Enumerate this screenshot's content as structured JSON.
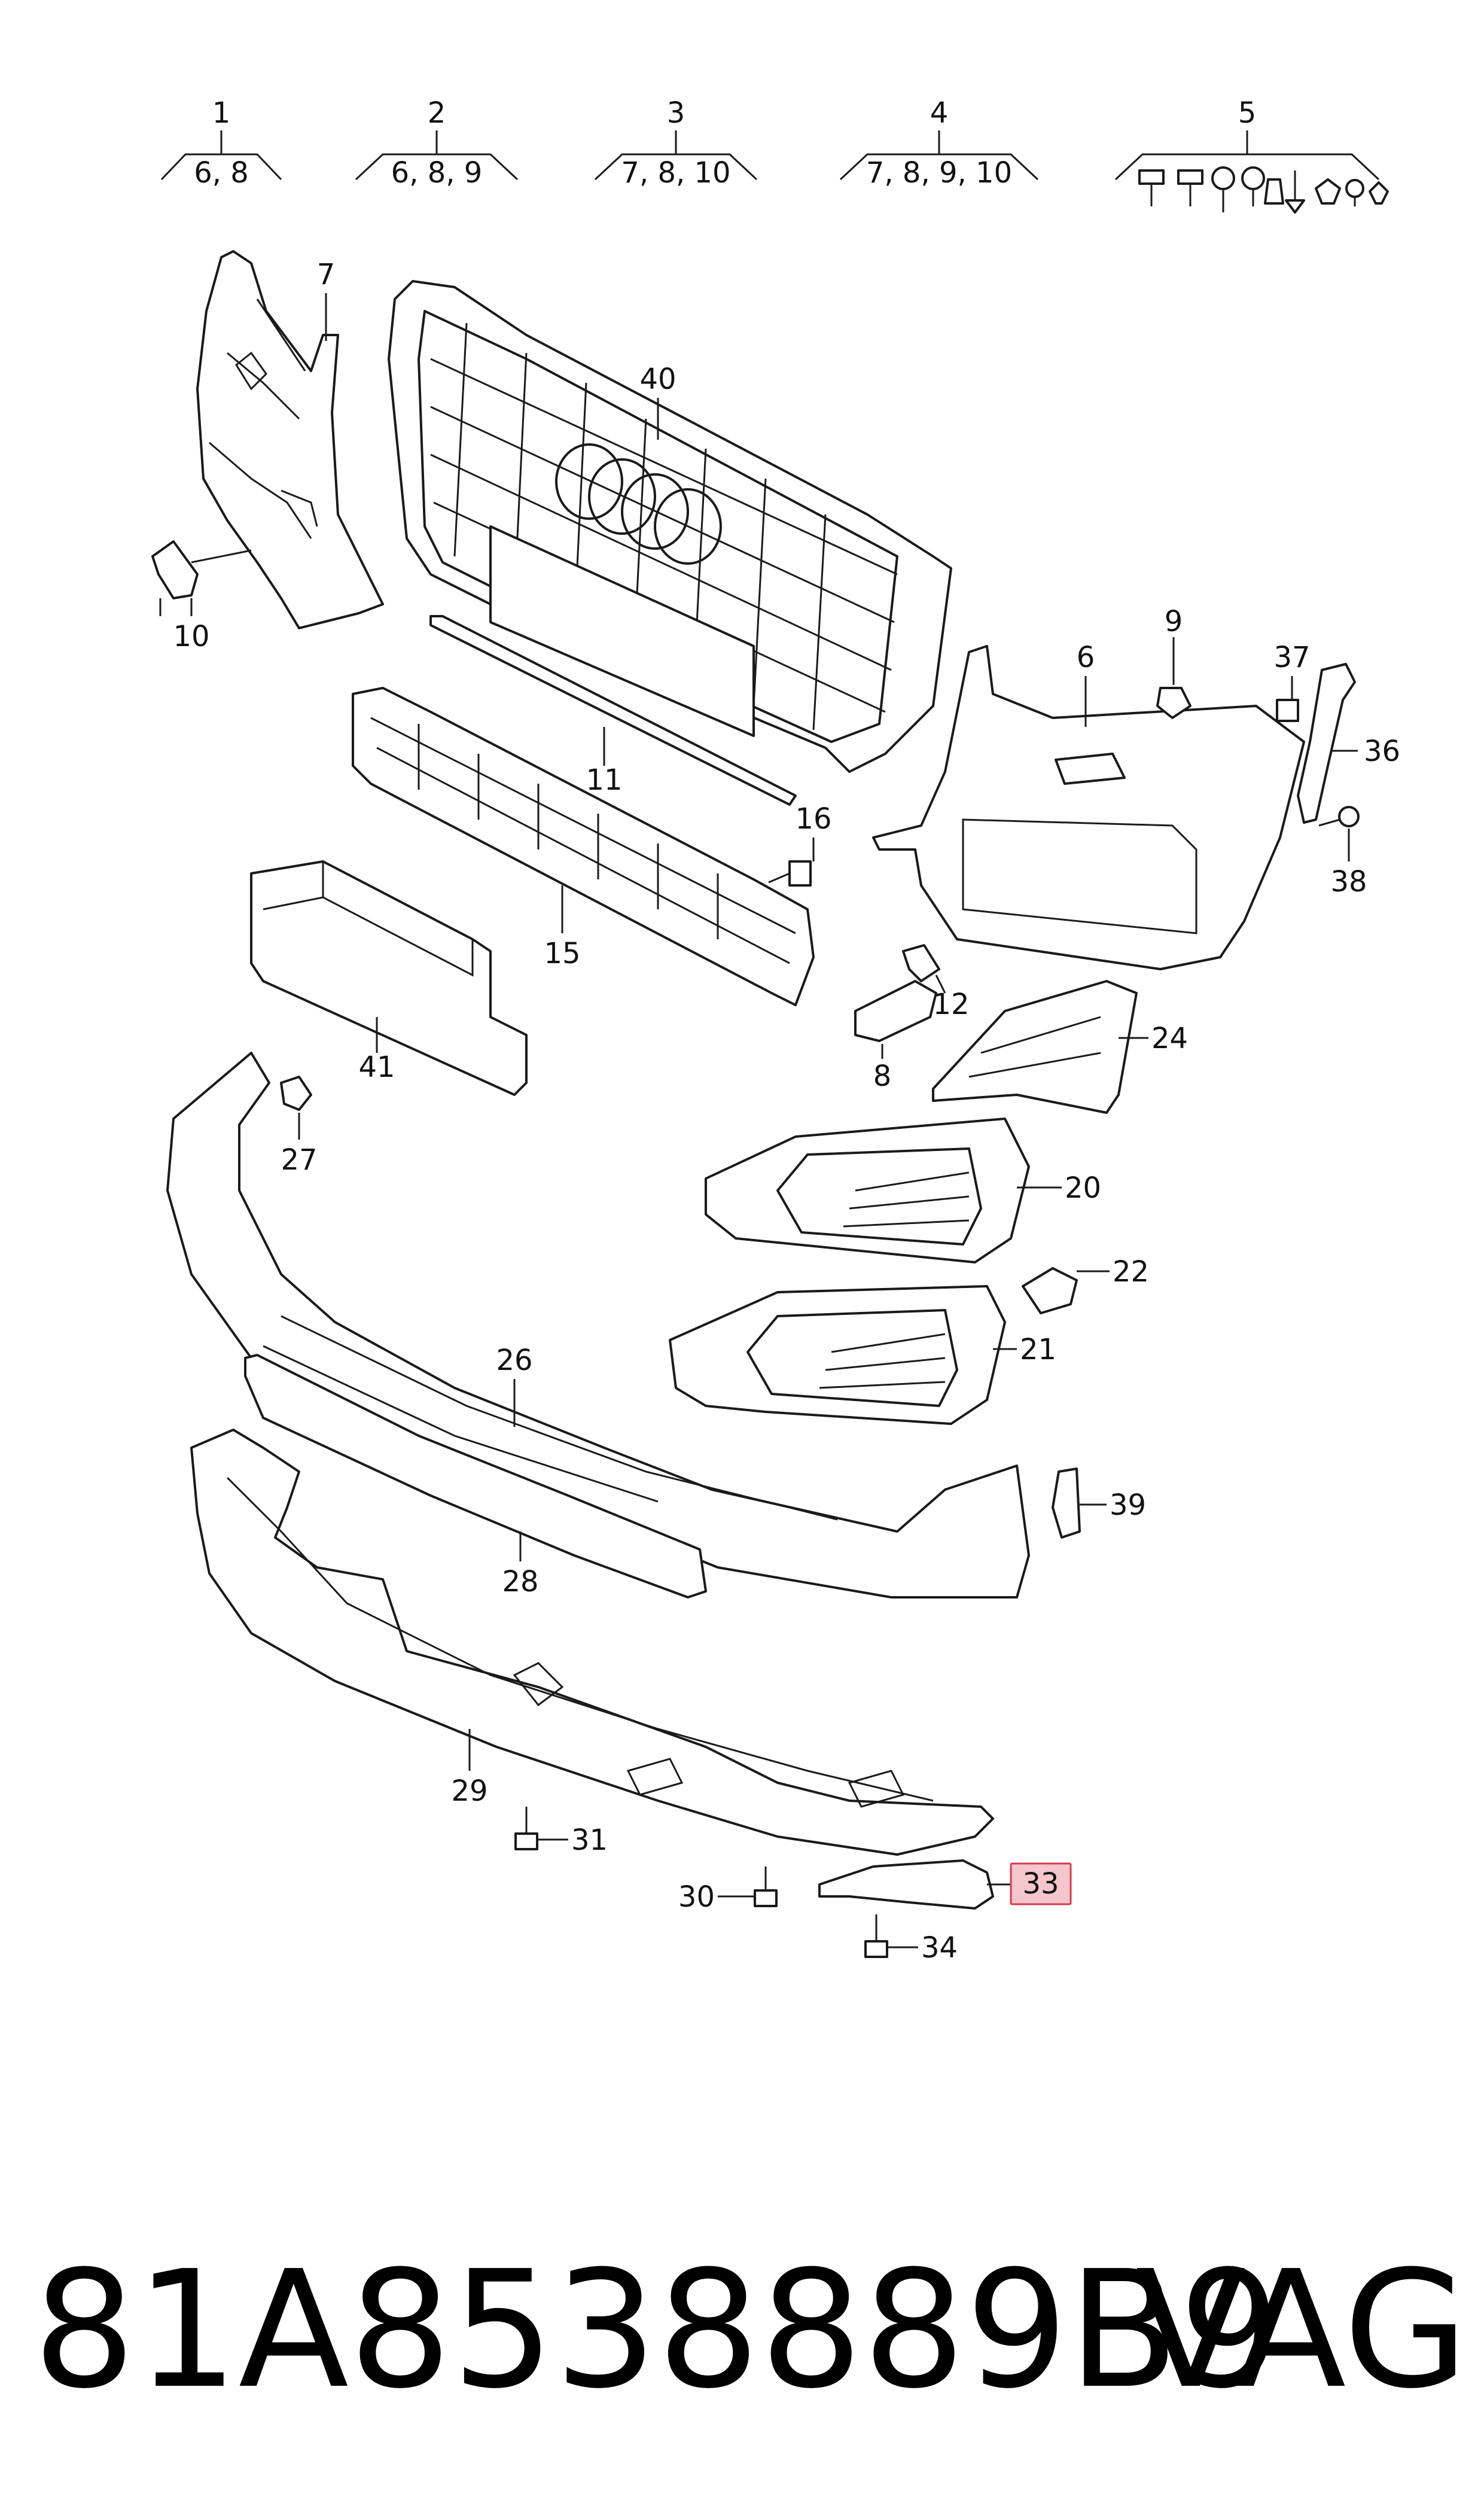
{
  "groups": [
    {
      "id": "1",
      "sub": "6, 8"
    },
    {
      "id": "2",
      "sub": "6, 8, 9"
    },
    {
      "id": "3",
      "sub": "7, 8, 10"
    },
    {
      "id": "4",
      "sub": "7, 8, 9, 10"
    },
    {
      "id": "5",
      "sub": ""
    }
  ],
  "callouts": {
    "p6": "6",
    "p7": "7",
    "p8": "8",
    "p9": "9",
    "p10": "10",
    "p11": "11",
    "p12": "12",
    "p15": "15",
    "p16": "16",
    "p20": "20",
    "p21": "21",
    "p22": "22",
    "p24": "24",
    "p26": "26",
    "p27": "27",
    "p28": "28",
    "p29": "29",
    "p30": "30",
    "p31": "31",
    "p33": "33",
    "p34": "34",
    "p36": "36",
    "p37": "37",
    "p38": "38",
    "p39": "39",
    "p40": "40",
    "p41": "41"
  },
  "highlight": {
    "part": "33",
    "color": "#f5c6cc",
    "border": "#d9394e"
  },
  "footer": {
    "part_number": "81A8538889B9",
    "brand": "VAG"
  }
}
